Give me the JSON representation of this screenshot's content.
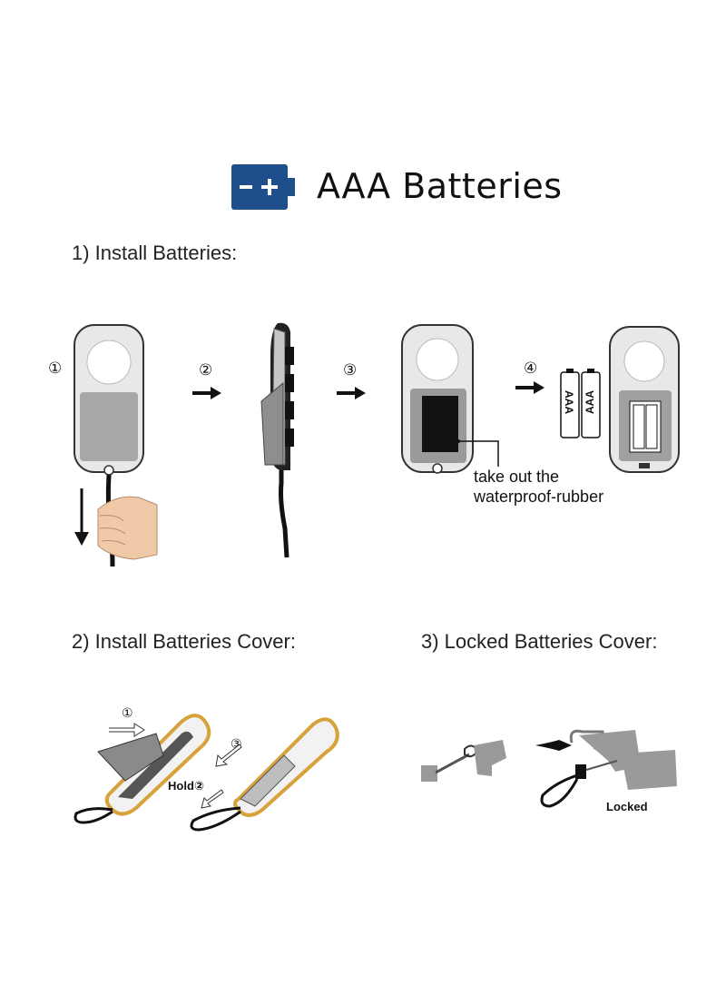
{
  "header": {
    "title": "AAA Batteries",
    "battery_icon_label": "– +",
    "accent": "#1f4e8c"
  },
  "sections": {
    "install_batteries": "1) Install Batteries:",
    "install_cover": "2) Install Batteries Cover:",
    "locked_cover": "3) Locked Batteries Cover:"
  },
  "steps": {
    "s1": "①",
    "s2": "②",
    "s3": "③",
    "s4": "④"
  },
  "annotations": {
    "rubber_line1": "take out the",
    "rubber_line2": "waterproof-rubber",
    "battery_label": "AAA",
    "plus": "+",
    "minus": "–",
    "cover_step1": "①",
    "cover_step3": "③",
    "hold": "Hold②",
    "locked": "Locked"
  }
}
